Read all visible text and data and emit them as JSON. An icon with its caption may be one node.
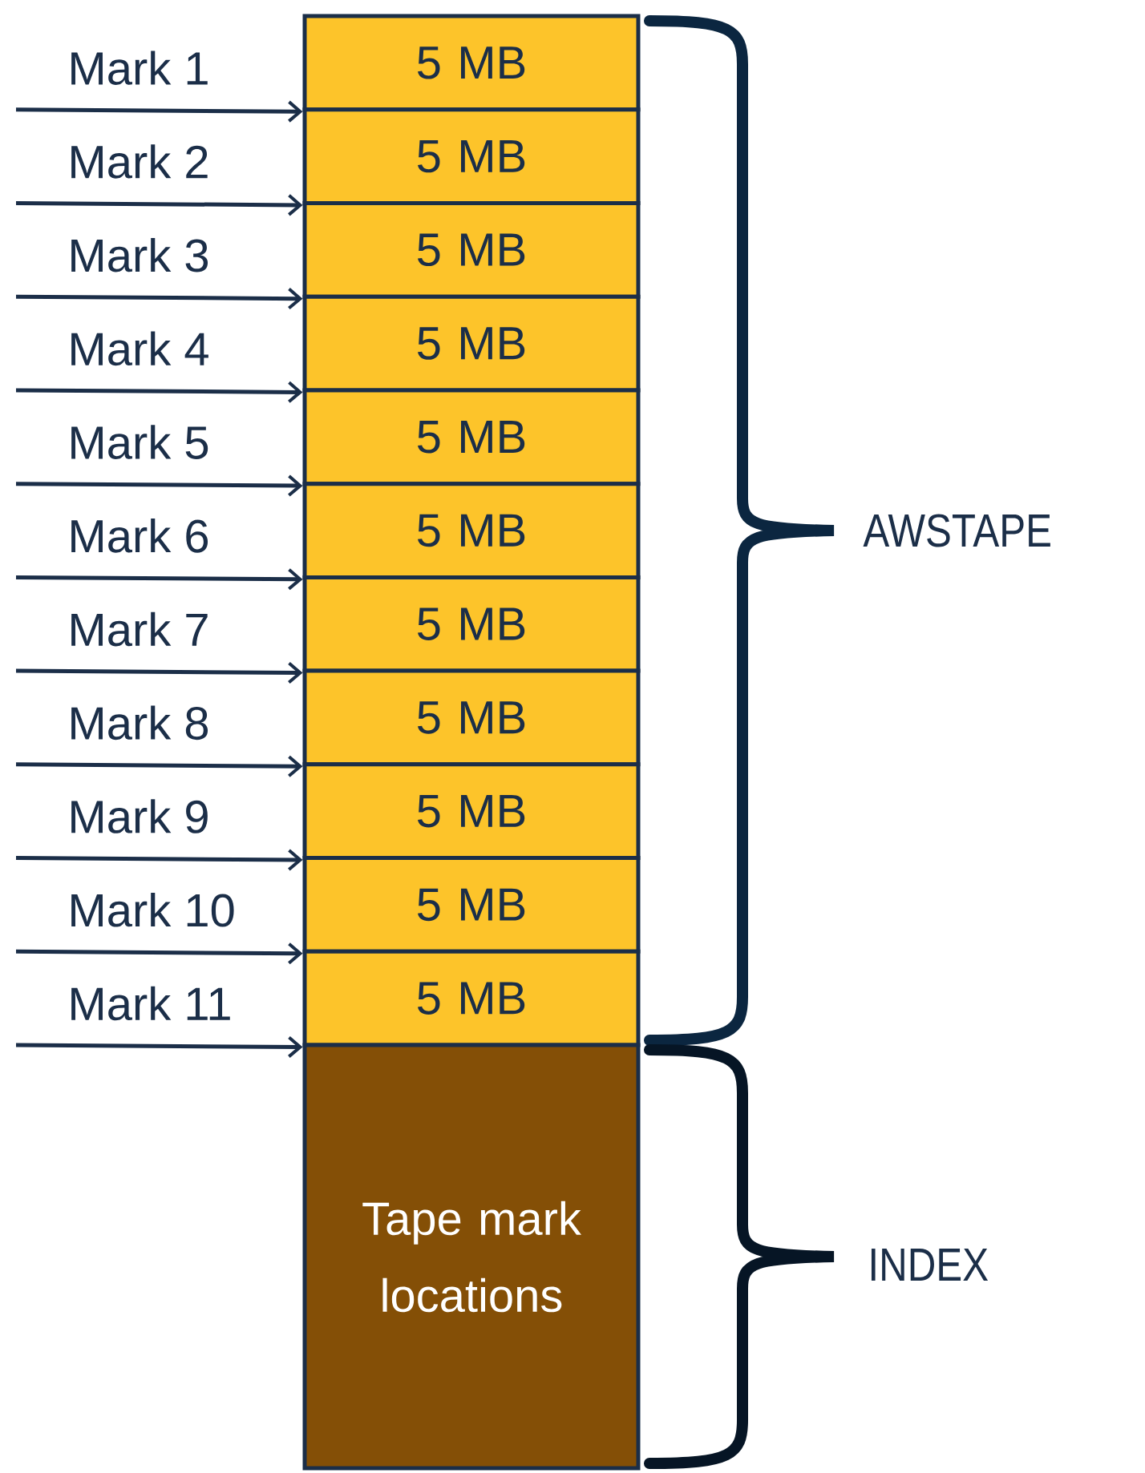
{
  "diagram": {
    "nodes": [
      {
        "text": [
          "5 MB"
        ]
      },
      {
        "text": [
          "5 MB"
        ]
      },
      {
        "text": [
          "5 MB"
        ]
      },
      {
        "text": [
          "5 MB"
        ]
      },
      {
        "text": [
          "5 MB"
        ]
      },
      {
        "text": [
          "5 MB"
        ]
      },
      {
        "text": [
          "5 MB"
        ]
      },
      {
        "text": [
          "5 MB"
        ]
      },
      {
        "text": [
          "5 MB"
        ]
      },
      {
        "text": [
          "5 MB"
        ]
      },
      {
        "text": [
          "5 MB"
        ]
      },
      {
        "text": [
          "Tape mark locations"
        ]
      }
    ],
    "edges": [
      {
        "from": null,
        "to": 0,
        "arrow": "to",
        "label": "Mark 1"
      },
      {
        "from": null,
        "to": 1,
        "arrow": "to",
        "label": "Mark 2"
      },
      {
        "from": null,
        "to": 2,
        "arrow": "to",
        "label": "Mark 3"
      },
      {
        "from": null,
        "to": 3,
        "arrow": "to",
        "label": "Mark 4"
      },
      {
        "from": null,
        "to": 4,
        "arrow": "to",
        "label": "Mark 5"
      },
      {
        "from": null,
        "to": 5,
        "arrow": "to",
        "label": "Mark 6"
      },
      {
        "from": null,
        "to": 6,
        "arrow": "to",
        "label": "Mark 7"
      },
      {
        "from": null,
        "to": 7,
        "arrow": "to",
        "label": "Mark 8"
      },
      {
        "from": null,
        "to": 8,
        "arrow": "to",
        "label": "Mark 9"
      },
      {
        "from": null,
        "to": 9,
        "arrow": "to",
        "label": "Mark 10"
      },
      {
        "from": null,
        "to": 10,
        "arrow": "to",
        "label": "Mark 11"
      }
    ],
    "labels": [
      "AWSTAPE",
      "INDEX"
    ]
  }
}
